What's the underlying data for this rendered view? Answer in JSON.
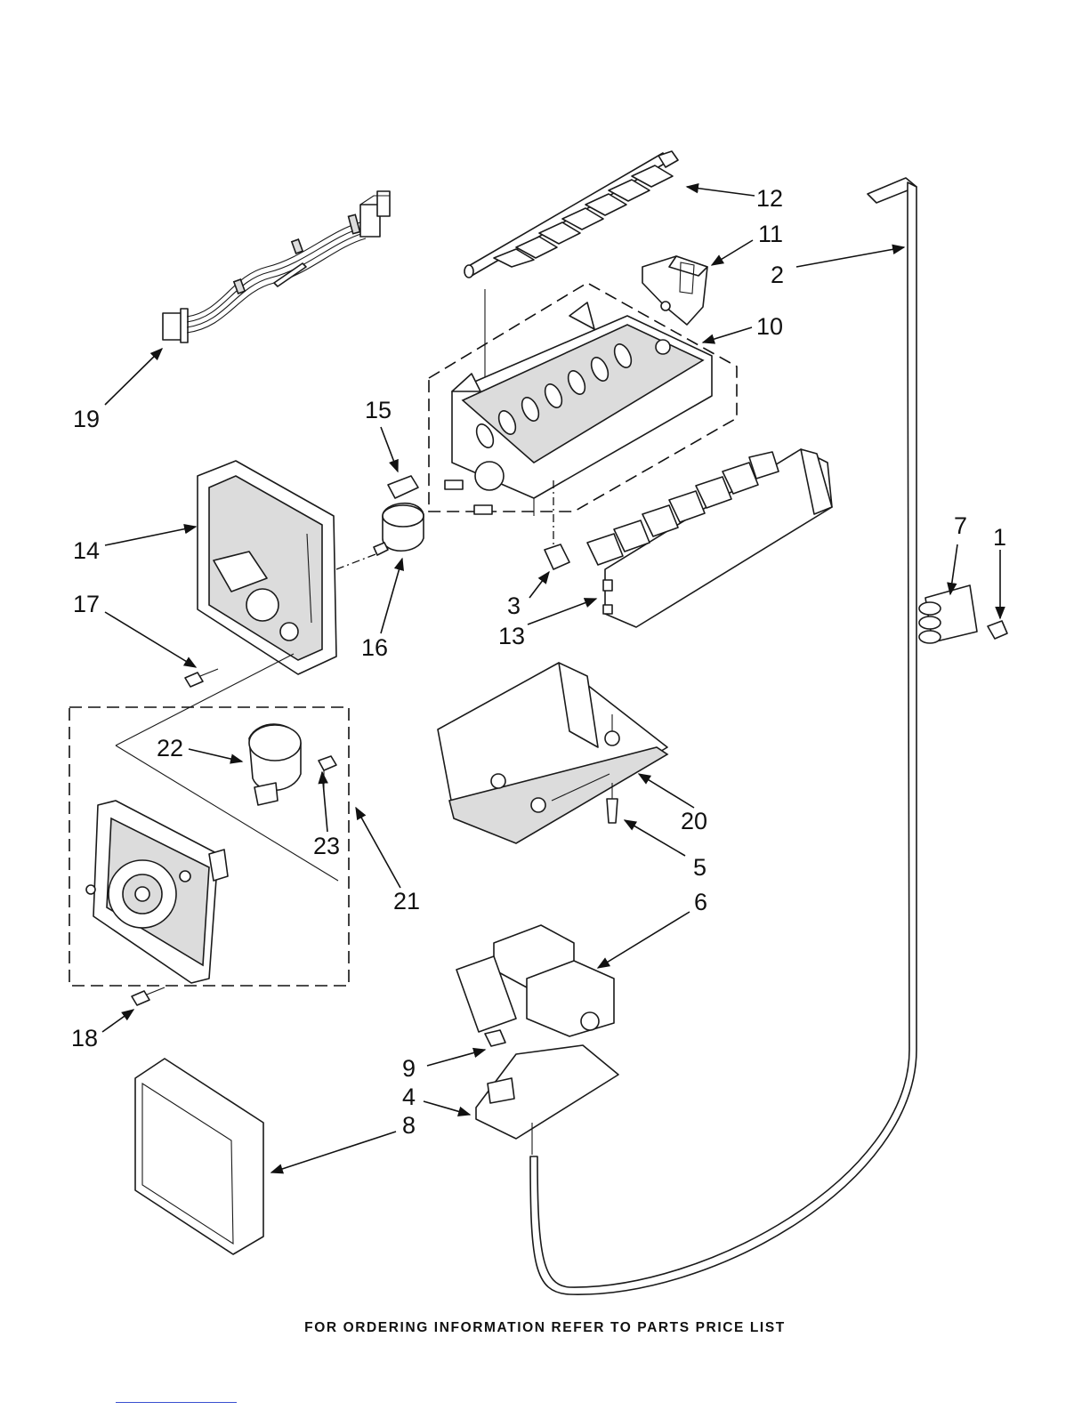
{
  "footer_text": "FOR ORDERING INFORMATION REFER TO PARTS PRICE LIST",
  "callouts": {
    "c1": "1",
    "c2": "2",
    "c3": "3",
    "c4": "4",
    "c5": "5",
    "c6": "6",
    "c7": "7",
    "c8": "8",
    "c9": "9",
    "c10": "10",
    "c11": "11",
    "c12": "12",
    "c13": "13",
    "c14": "14",
    "c15": "15",
    "c16": "16",
    "c17": "17",
    "c18": "18",
    "c19": "19",
    "c20": "20",
    "c21": "21",
    "c22": "22",
    "c23": "23"
  },
  "colors": {
    "ink": "#111111",
    "paper": "#ffffff",
    "link": "#3a4fd0"
  }
}
